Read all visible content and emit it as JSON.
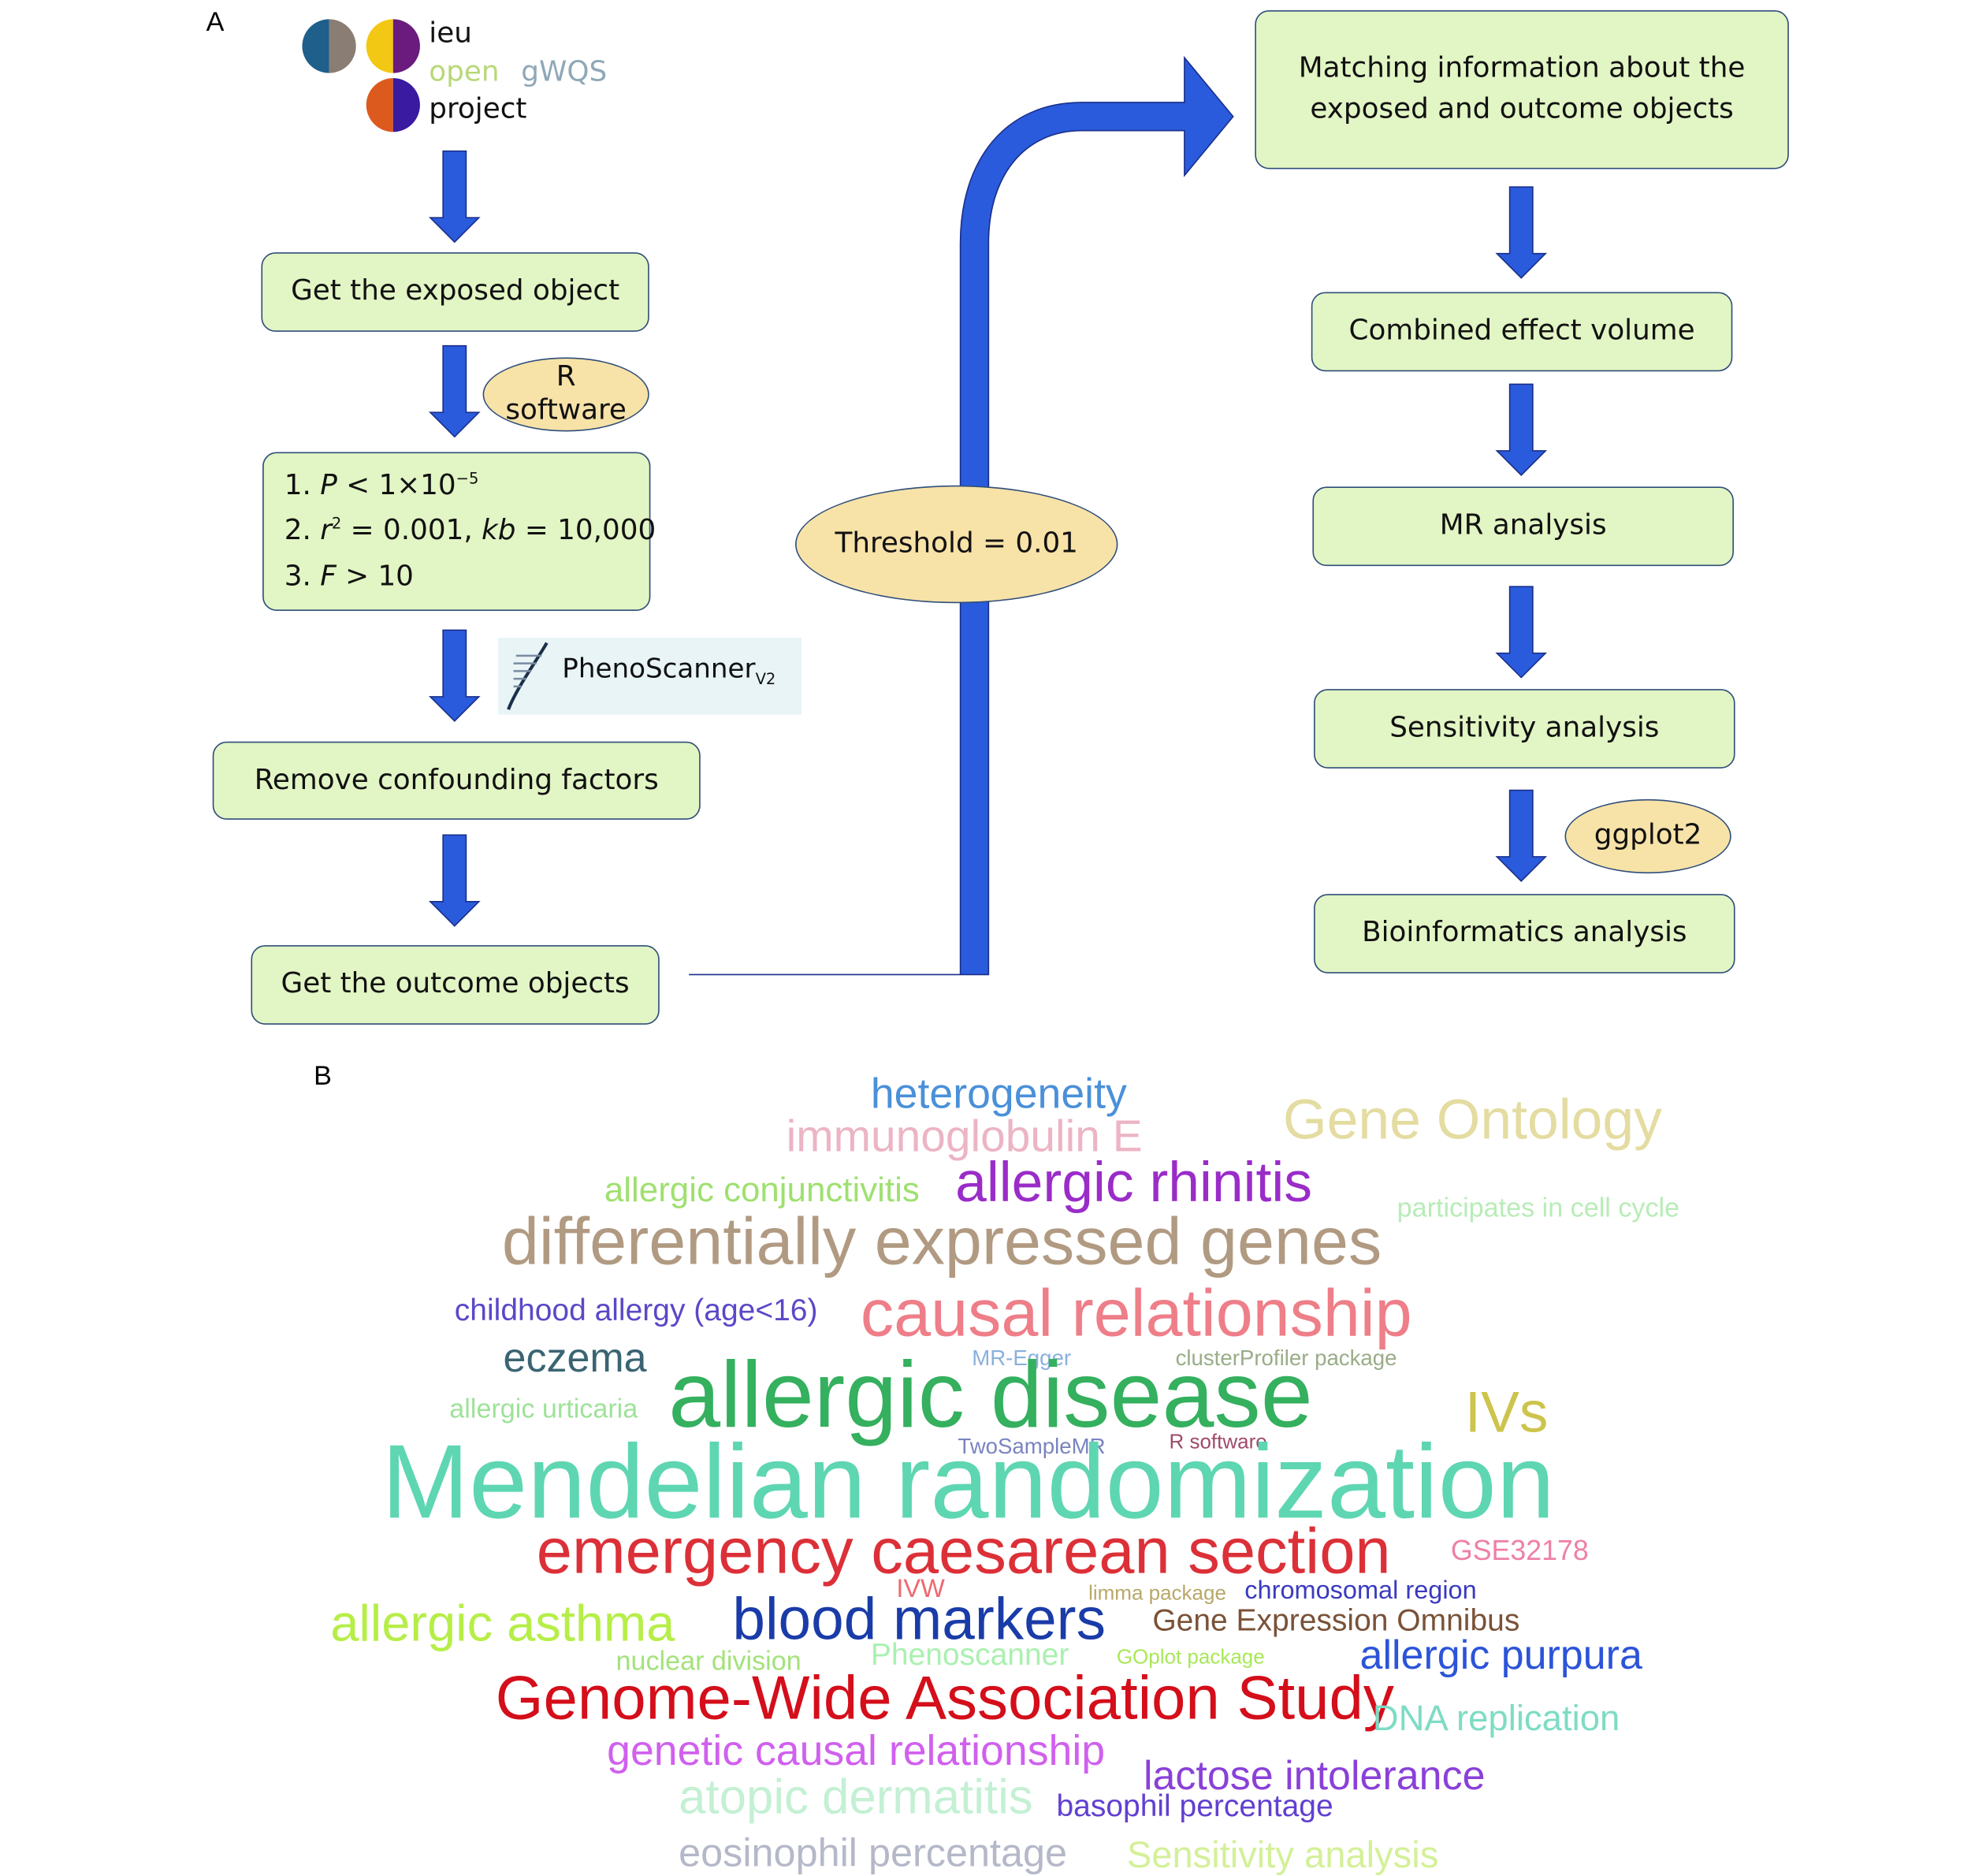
{
  "panel_a": {
    "label": "A",
    "logo": {
      "word1": "ieu",
      "word2": "open",
      "word3": "gWQS",
      "word4": "project",
      "colors": {
        "blue": "#1f5f8b",
        "grey": "#8a7d74",
        "yellow": "#f2c814",
        "purple": "#6a1b7d",
        "orange": "#dd5a1e",
        "indigo": "#3a1aa0",
        "open_text": "#b8d878",
        "gwqs_text": "#8fa8b8"
      }
    },
    "boxes": {
      "exposed": "Get the exposed object",
      "criteria": [
        {
          "num": "1.",
          "expr": "P < 1×10−5"
        },
        {
          "num": "2.",
          "expr": "r2 = 0.001, kb = 10,000"
        },
        {
          "num": "3.",
          "expr": "F > 10"
        }
      ],
      "remove": "Remove confounding factors",
      "outcome": "Get the outcome objects",
      "matching_line1": "Matching information about the",
      "matching_line2": "exposed and outcome objects",
      "combined": "Combined effect volume",
      "mr": "MR analysis",
      "sensitivity": "Sensitivity analysis",
      "bioinfo": "Bioinformatics analysis"
    },
    "ovals": {
      "r_line1": "R",
      "r_line2": "software",
      "threshold": "Threshold = 0.01",
      "ggplot": "ggplot2"
    },
    "phenoscanner": {
      "name": "PhenoScanner",
      "sub": "V2"
    },
    "colors": {
      "box_fill": "#e2f5c4",
      "oval_fill": "#f7e2a8",
      "arrow": "#2a5bdc",
      "border": "#2f4e7a"
    }
  },
  "panel_b": {
    "label": "B",
    "words": [
      {
        "text": "heterogeneity",
        "color": "#4a90d9"
      },
      {
        "text": "Gene Ontology",
        "color": "#e4dca0"
      },
      {
        "text": "immunoglobulin E",
        "color": "#ecb4c4"
      },
      {
        "text": "allergic conjunctivitis",
        "color": "#9fe070"
      },
      {
        "text": "allergic rhinitis",
        "color": "#9a2cc8"
      },
      {
        "text": "participates in cell cycle",
        "color": "#b8ecb8"
      },
      {
        "text": "differentially expressed genes",
        "color": "#b19a82"
      },
      {
        "text": "childhood allergy (age<16)",
        "color": "#5a48c8"
      },
      {
        "text": "causal relationship",
        "color": "#ee7e88"
      },
      {
        "text": "eczema",
        "color": "#3a6472"
      },
      {
        "text": "MR-Egger",
        "color": "#8ab0de"
      },
      {
        "text": "clusterProfiler package",
        "color": "#9aac88"
      },
      {
        "text": "allergic disease",
        "color": "#34b05e"
      },
      {
        "text": "IVs",
        "color": "#ccc44c"
      },
      {
        "text": "allergic urticaria",
        "color": "#9ee29a"
      },
      {
        "text": "TwoSampleMR",
        "color": "#7a84c0"
      },
      {
        "text": "R software",
        "color": "#a04a6a"
      },
      {
        "text": "Mendelian randomization",
        "color": "#5ed6b2"
      },
      {
        "text": "emergency caesarean section",
        "color": "#dc3038"
      },
      {
        "text": "GSE32178",
        "color": "#ee80a8"
      },
      {
        "text": "IVW",
        "color": "#ee6870"
      },
      {
        "text": "limma package",
        "color": "#b8a868"
      },
      {
        "text": "chromosomal region",
        "color": "#3a3ac0"
      },
      {
        "text": "allergic asthma",
        "color": "#b6ee48"
      },
      {
        "text": "blood markers",
        "color": "#1a3ca8"
      },
      {
        "text": "Gene Expression Omnibus",
        "color": "#7a5238"
      },
      {
        "text": "nuclear division",
        "color": "#a4e27c"
      },
      {
        "text": "Phenoscanner",
        "color": "#aaf0b0"
      },
      {
        "text": "GOplot package",
        "color": "#a8e858"
      },
      {
        "text": "allergic purpura",
        "color": "#2c54d8"
      },
      {
        "text": "Genome-Wide Association Study",
        "color": "#d40e1a"
      },
      {
        "text": "DNA replication",
        "color": "#7edcc4"
      },
      {
        "text": "genetic causal relationship",
        "color": "#d060ee"
      },
      {
        "text": "lactose intolerance",
        "color": "#8a40d8"
      },
      {
        "text": "atopic dermatitis",
        "color": "#c4f0d4"
      },
      {
        "text": "basophil percentage",
        "color": "#6240d0"
      },
      {
        "text": "eosinophil percentage",
        "color": "#b4b8c8"
      },
      {
        "text": "Sensitivity analysis",
        "color": "#d4f098"
      }
    ]
  }
}
